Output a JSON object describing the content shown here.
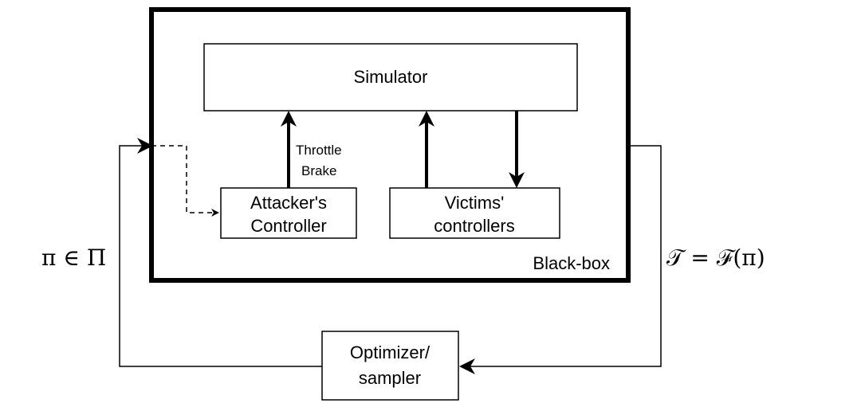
{
  "blackbox": {
    "label": "Black-box"
  },
  "simulator": {
    "label": "Simulator"
  },
  "attacker_controller": {
    "line1": "Attacker's",
    "line2": "Controller"
  },
  "victims_controllers": {
    "line1": "Victims'",
    "line2": "controllers"
  },
  "attacker_signals": {
    "line1": "Throttle",
    "line2": "Brake"
  },
  "optimizer": {
    "line1": "Optimizer/",
    "line2": "sampler"
  },
  "policy_label": "π ∈ Π",
  "trajectory_label": "𝒯 = ℱ(π)"
}
